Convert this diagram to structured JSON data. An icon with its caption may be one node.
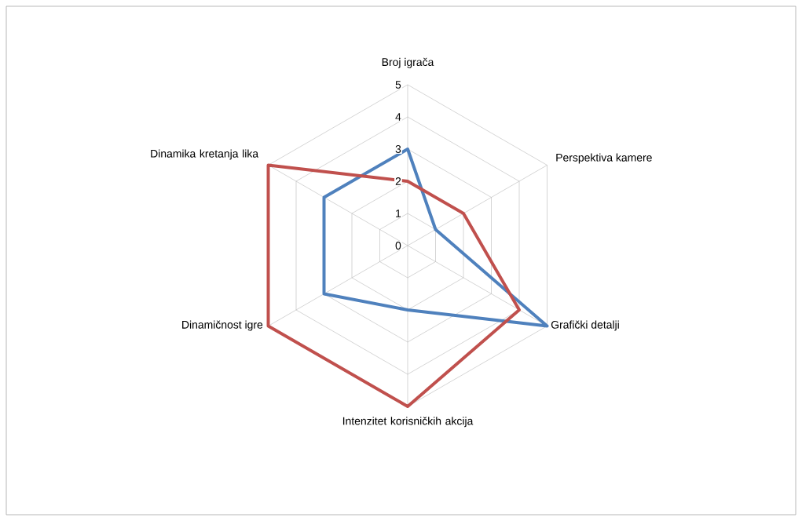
{
  "diagram": {
    "labels": [
      "Broj igrača",
      "5",
      "4",
      "3",
      "Dinamika kretanja lika",
      "Perspektiva kamere",
      "2",
      "1",
      "0",
      "Dinamičnost igre",
      "Grafički detalji",
      "Intenzitet korisničkih akcija"
    ]
  }
}
